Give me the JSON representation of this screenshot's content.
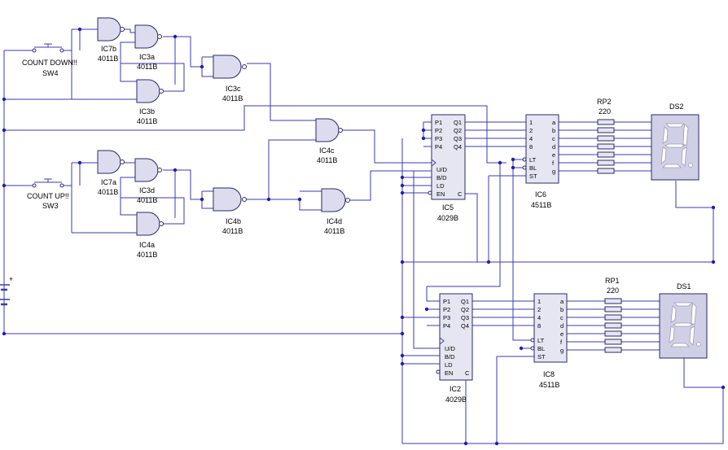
{
  "switches": [
    {
      "label": "COUNT DOWN!!",
      "ref": "SW4"
    },
    {
      "label": "COUNT UP!!",
      "ref": "SW3"
    }
  ],
  "gates": [
    {
      "ref": "IC7b",
      "part": "4011B"
    },
    {
      "ref": "IC3a",
      "part": "4011B"
    },
    {
      "ref": "IC3b",
      "part": "4011B"
    },
    {
      "ref": "IC3c",
      "part": "4011B"
    },
    {
      "ref": "IC4c",
      "part": "4011B"
    },
    {
      "ref": "IC7a",
      "part": "4011B"
    },
    {
      "ref": "IC3d",
      "part": "4011B"
    },
    {
      "ref": "IC4a",
      "part": "4011B"
    },
    {
      "ref": "IC4b",
      "part": "4011B"
    },
    {
      "ref": "IC4d",
      "part": "4011B"
    }
  ],
  "counters": [
    {
      "ref": "IC5",
      "part": "4029B",
      "pins_left": [
        "P1",
        "P2",
        "P3",
        "P4",
        "U/D",
        "B/D",
        "LD",
        "EN"
      ],
      "pins_right": [
        "Q1",
        "Q2",
        "Q3",
        "Q4",
        "C"
      ]
    },
    {
      "ref": "IC2",
      "part": "4029B",
      "pins_left": [
        "P1",
        "P2",
        "P3",
        "P4",
        "U/D",
        "B/D",
        "LD",
        "EN"
      ],
      "pins_right": [
        "Q1",
        "Q2",
        "Q3",
        "Q4",
        "C"
      ]
    }
  ],
  "decoders": [
    {
      "ref": "IC6",
      "part": "4511B",
      "pins_left": [
        "1",
        "2",
        "4",
        "8",
        "LT",
        "BL",
        "ST"
      ],
      "pins_right": [
        "a",
        "b",
        "c",
        "d",
        "e",
        "f",
        "g"
      ]
    },
    {
      "ref": "IC8",
      "part": "4511B",
      "pins_left": [
        "1",
        "2",
        "4",
        "8",
        "LT",
        "BL",
        "ST"
      ],
      "pins_right": [
        "a",
        "b",
        "c",
        "d",
        "e",
        "f",
        "g"
      ]
    }
  ],
  "resistor_arrays": [
    {
      "ref": "RP2",
      "value": "220"
    },
    {
      "ref": "RP1",
      "value": "220"
    }
  ],
  "displays": [
    {
      "ref": "DS2"
    },
    {
      "ref": "DS1"
    }
  ],
  "battery": {
    "plus": "+"
  }
}
